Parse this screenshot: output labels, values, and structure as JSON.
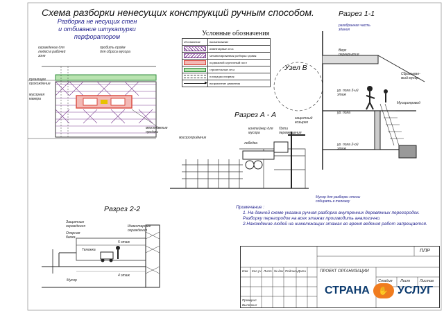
{
  "title": "Схема разборки ненесущих конструкций ручным способом.",
  "subtitle": "Разборка не несущих стен\nи отбивание штукатурки\nперфоратором",
  "legend": {
    "title": "Условные обозначения",
    "header": [
      "обозначение",
      "наименование"
    ],
    "rows": [
      "инвентарные леса",
      "механизированная разборка здания",
      "подвижной агрегатный пост",
      "строительные леса",
      "площадка опорная",
      "направление движения"
    ]
  },
  "sections": {
    "s11": "Разрез 1-1",
    "aa": "Разрез А - А",
    "s22": "Разрез 2-2",
    "node": "Узел В"
  },
  "left_labels": {
    "a": "ограждение для людей в рабочей зоне",
    "b": "пробить проём для сброса мусора",
    "c": "пугающее прохождение",
    "d": "мусорная камера",
    "e": "межэтажные проёмы"
  },
  "s11_labels": {
    "top": "разобранная часть здания",
    "roof": "Верх перекрытия",
    "worker": "Сбрасывае-мый мусор",
    "trash": "Мусоропровод",
    "lvl1": "ур. пола 3-ий этаж",
    "lvl2": "ур. пола 2-ой этаж",
    "lvl0": "ур. пола"
  },
  "aa_labels": {
    "a": "контейнер для мусора",
    "b": "мусороприёмник",
    "c": "Пути перемещения",
    "d": "лебедка",
    "e": "защитный козырек",
    "f": "Мусор для разборки стены собирать в тележку"
  },
  "s22_labels": {
    "a": "Защитные ограждения",
    "b": "Опорная балка",
    "c": "Тележка",
    "d": "Мусор",
    "e": "5 этаж",
    "f": "4 этаж",
    "g": "Инвентарные ограждения"
  },
  "notes": {
    "heading": "Примечание :",
    "items": [
      "1.      На данной схеме указана ручная разборка внутренних деревянных перегородок. Разборку перегородок на всех этажах производить аналогично.",
      "2.Нахождение людей на нижележащих этажах во время ведения работ запрещается."
    ]
  },
  "stamp": {
    "code": "ППР",
    "org": "ПРОЕКТ ОРГАНИЗАЦИИ",
    "cols": [
      "Изм",
      "Кол.уч",
      "Лист",
      "№ док",
      "Подпись",
      "Дата"
    ],
    "roles": [
      "Проверил",
      "Выполнил"
    ],
    "stage": [
      "Стадия",
      "Лист",
      "Листов"
    ]
  },
  "brand": {
    "left": "СТРАНА",
    "right": "УСЛУГ"
  },
  "colors": {
    "accent": "#f07c1f",
    "brand": "#0b3a6e",
    "red": "#d9473d",
    "green": "#2e8b3a",
    "purple": "#7a3b8f"
  }
}
